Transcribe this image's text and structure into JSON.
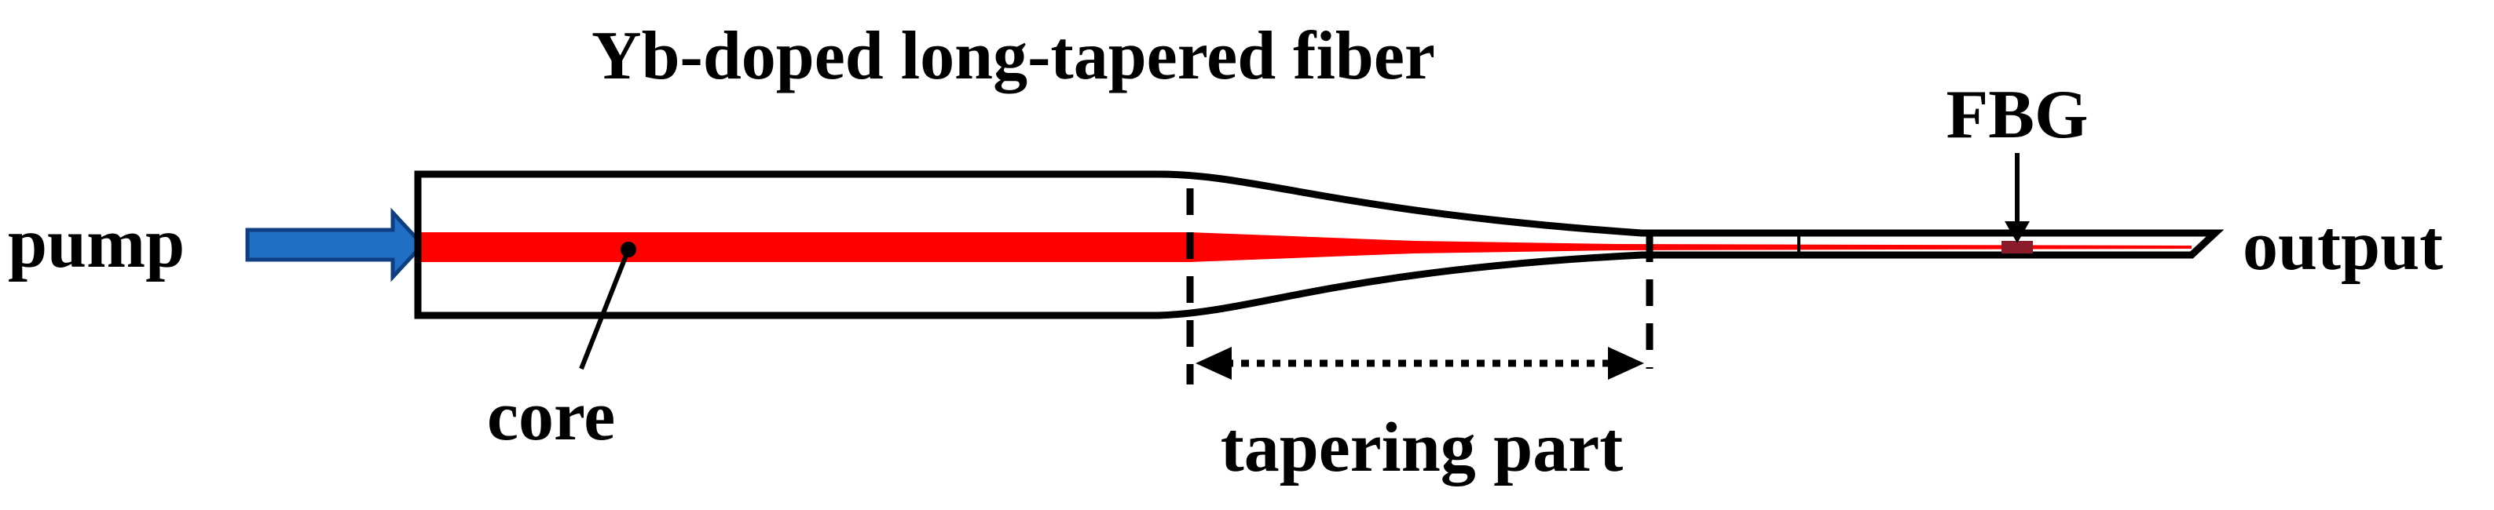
{
  "title": "Yb-doped long-tapered fiber",
  "labels": {
    "pump": "pump",
    "output": "output",
    "core": "core",
    "tapering_part": "tapering part",
    "fbg": "FBG"
  },
  "colors": {
    "pump_arrow_fill": "#1f6fc5",
    "pump_arrow_stroke": "#0f3f80",
    "core": "#ff0000",
    "fiber_outline": "#000000",
    "fbg_mark": "#8b1a2b"
  },
  "icons": {
    "pump": "right-arrow",
    "fbg_pointer": "down-arrow",
    "tapering_extent": "double-headed-arrow"
  }
}
